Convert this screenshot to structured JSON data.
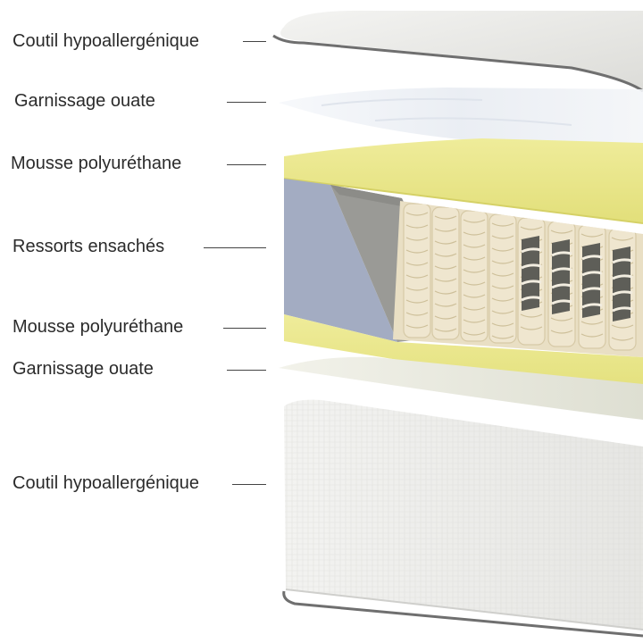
{
  "layers": [
    {
      "id": "top-ticking",
      "label": "Coutil hypoallergénique"
    },
    {
      "id": "top-wadding",
      "label": "Garnissage ouate"
    },
    {
      "id": "top-foam",
      "label": "Mousse polyuréthane"
    },
    {
      "id": "springs",
      "label": "Ressorts ensachés"
    },
    {
      "id": "bottom-foam",
      "label": "Mousse polyuréthane"
    },
    {
      "id": "bottom-wadding",
      "label": "Garnissage ouate"
    },
    {
      "id": "bottom-ticking",
      "label": "Coutil hypoallergénique"
    }
  ],
  "colors": {
    "foam": "#e9e68a",
    "foam_shadow": "#d7d36a",
    "side_panel": "#a3acc2",
    "inner_panel": "#9a9a96",
    "spring_light": "#efe6cf",
    "spring_dark": "#5e5e58",
    "ticking": "#ececea",
    "wadding": "#f1f3f6"
  }
}
